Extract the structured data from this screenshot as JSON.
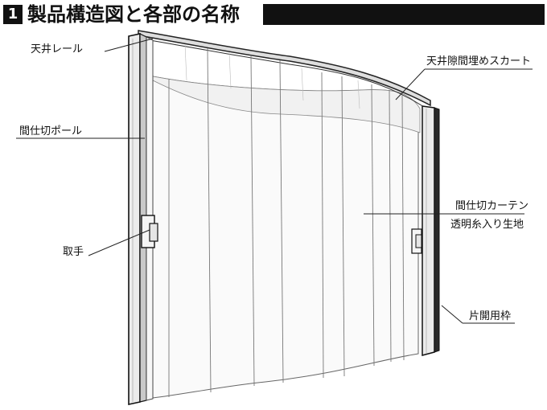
{
  "header": {
    "number": "1",
    "title": "製品構造図と各部の名称"
  },
  "labels": {
    "ceiling_rail": "天井レール",
    "ceiling_gap_skirt": "天井隙間埋めスカート",
    "partition_pole": "間仕切ポール",
    "partition_curtain": "間仕切カーテン",
    "fabric": "透明糸入り生地",
    "handle": "取手",
    "single_opening_frame": "片開用枠"
  }
}
